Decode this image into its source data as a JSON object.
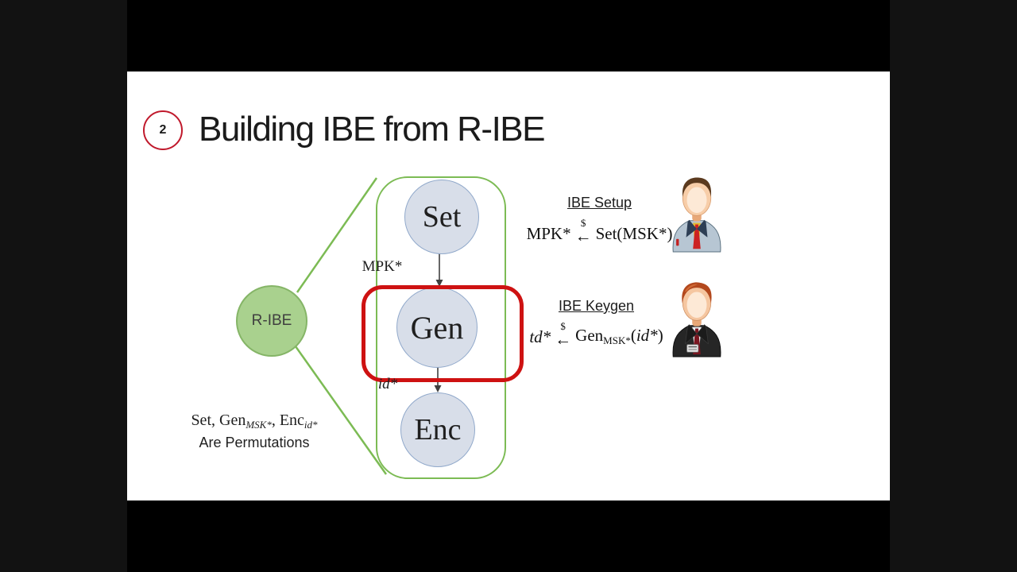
{
  "palette": {
    "page_bg": "#121212",
    "letterbox": "#000000",
    "slide_bg": "#ffffff",
    "green_line": "#7cbb54",
    "green_node_fill": "#a9d18e",
    "node_fill": "#d8dee9",
    "node_stroke": "#91a9cb",
    "red_highlight": "#ce1212",
    "badge_red": "#c0192c"
  },
  "header": {
    "badge": "2",
    "title": "Building IBE from R-IBE"
  },
  "diagram": {
    "source_node": "R-IBE",
    "nodes": {
      "set": "Set",
      "gen": "Gen",
      "enc": "Enc"
    },
    "edges": {
      "set_to_gen": "MPK*",
      "gen_to_enc": "id*"
    },
    "note": {
      "p1": "Set, Gen",
      "s1": "MSK*",
      "p2": ", Enc",
      "s2": "id*",
      "line2": "Are Permutations"
    }
  },
  "setup": {
    "heading": "IBE Setup",
    "lhs": "MPK*",
    "dollar": "$",
    "arrow": "←",
    "rhs": "Set(MSK*)"
  },
  "keygen": {
    "heading": "IBE Keygen",
    "lhs": "td*",
    "dollar": "$",
    "arrow": "←",
    "fn": "Gen",
    "sub": "MSK*",
    "args_pre": "(",
    "args_id": "id*",
    "args_post": ")"
  }
}
